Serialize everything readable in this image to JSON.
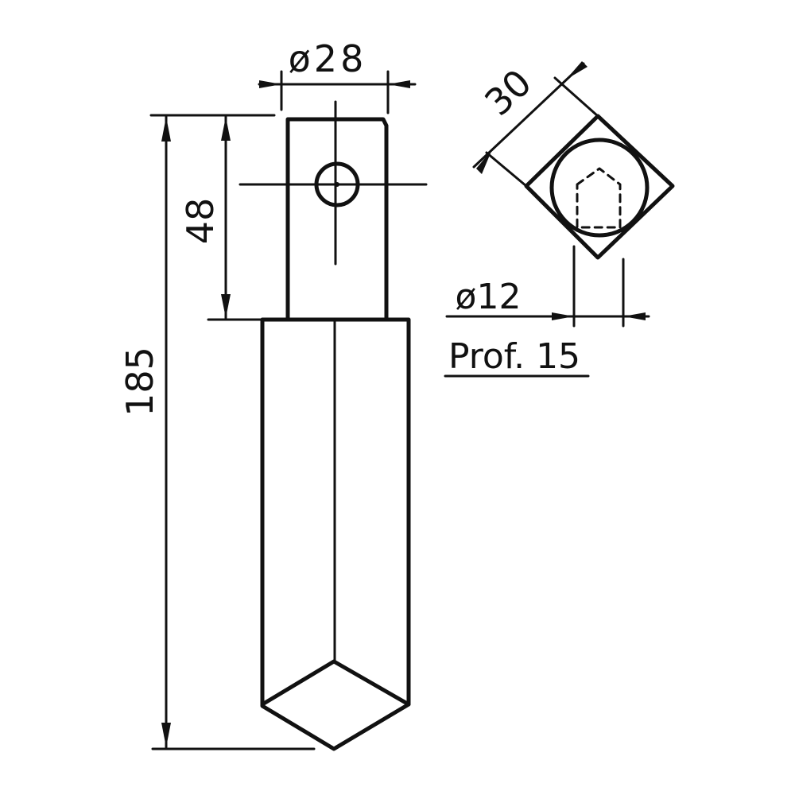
{
  "colors": {
    "ink": "#111111",
    "paper": "#ffffff"
  },
  "dimensions": {
    "overall_length": "185",
    "top_section_length": "48",
    "top_width": "ø28",
    "square_side": "30",
    "bore_diameter": "ø12",
    "bore_depth": "Prof. 15"
  }
}
